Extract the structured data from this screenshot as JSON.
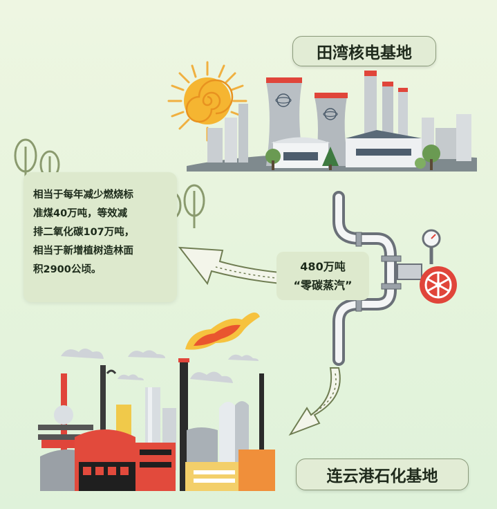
{
  "top_base": {
    "label": "田湾核电基地"
  },
  "bottom_base": {
    "label": "连云港石化基地"
  },
  "savings_box": {
    "lines": [
      "相当于每年减少燃烧标",
      "准煤40万吨，等效减",
      "排二氧化碳107万吨，",
      "相当于新增植树造林面",
      "积2900公顷。"
    ]
  },
  "steam_box": {
    "line1": "480万吨",
    "line2": "“零碳蒸汽”"
  },
  "colors": {
    "background": "#e7f4dd",
    "accent_red": "#e0453a",
    "arrow_green": "#6f7d52",
    "pipe_gray": "#8a8f95"
  },
  "icons": [
    "sun-icon",
    "nuclear-plant-icon",
    "tree-icon",
    "pipe-icon",
    "valve-icon",
    "arrow-icon",
    "petrochemical-plant-icon",
    "flame-icon"
  ]
}
